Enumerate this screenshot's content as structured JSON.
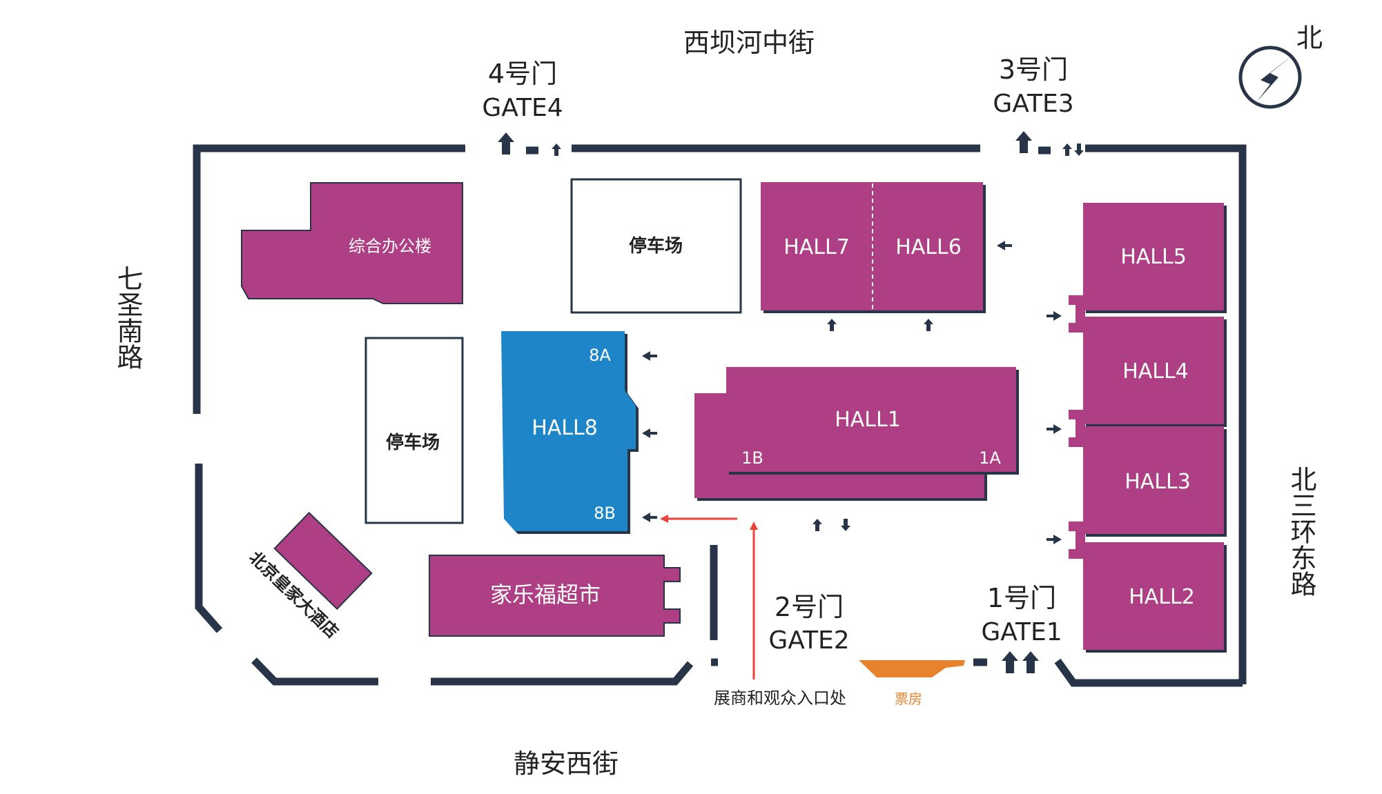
{
  "streets": {
    "north": "西坝河中街",
    "south": "静安西街",
    "west": "七圣南路",
    "east": "北三环东路"
  },
  "compass": {
    "label": "北"
  },
  "gates": {
    "gate4": {
      "cn": "4号门",
      "en": "GATE4"
    },
    "gate3": {
      "cn": "3号门",
      "en": "GATE3"
    },
    "gate2": {
      "cn": "2号门",
      "en": "GATE2"
    },
    "gate1": {
      "cn": "1号门",
      "en": "GATE1"
    }
  },
  "buildings": {
    "office": "综合办公楼",
    "parking_a": "停车场",
    "parking_b": "停车场",
    "hall7": "HALL7",
    "hall6": "HALL6",
    "hall5": "HALL5",
    "hall4": "HALL4",
    "hall3": "HALL3",
    "hall2": "HALL2",
    "hall1": "HALL1",
    "hall1_b": "1B",
    "hall1_a": "1A",
    "hall8": "HALL8",
    "hall8_a": "8A",
    "hall8_b": "8B",
    "supermarket": "家乐福超市",
    "hotel": "北京皇家大酒店",
    "ticket_office": "票房"
  },
  "labels": {
    "entrance": "展商和观众入口处"
  },
  "colors": {
    "hall_magenta": "#AE3F85",
    "hall8_blue": "#1E86C8",
    "wall_navy": "#283548",
    "ticket_orange": "#E8822D",
    "entrance_arrow_red": "#E8423A"
  }
}
